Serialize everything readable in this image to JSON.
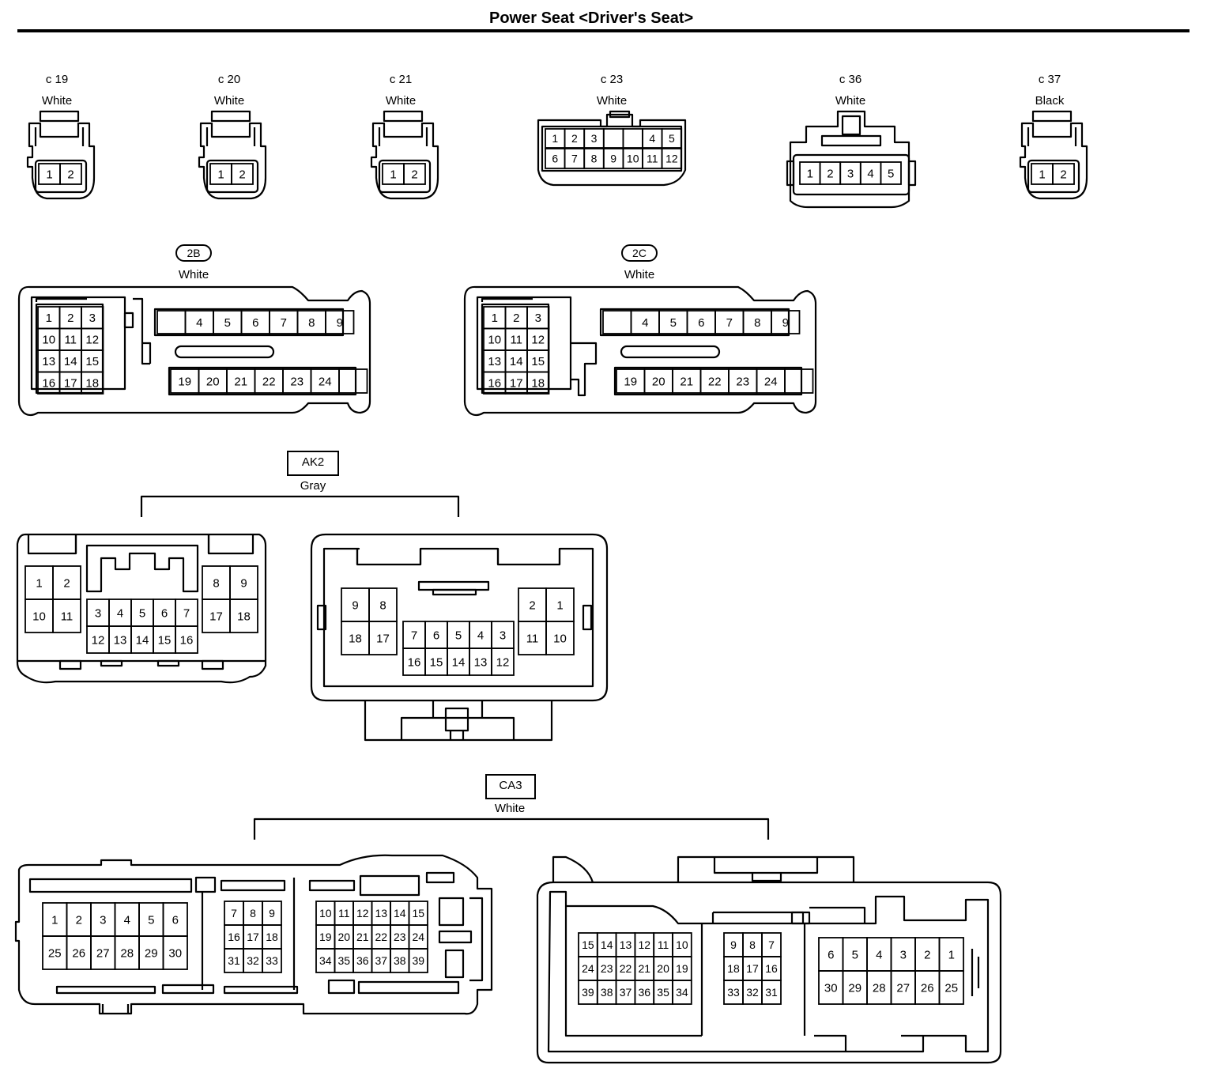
{
  "page_title": "Power Seat <Driver's Seat>",
  "connectors": {
    "c19": {
      "code": "c 19",
      "color": "White",
      "pins": [
        "1",
        "2"
      ]
    },
    "c20": {
      "code": "c 20",
      "color": "White",
      "pins": [
        "1",
        "2"
      ]
    },
    "c21": {
      "code": "c 21",
      "color": "White",
      "pins": [
        "1",
        "2"
      ]
    },
    "c23": {
      "code": "c 23",
      "color": "White",
      "row1": [
        "1",
        "2",
        "3",
        "",
        "",
        "4",
        "5"
      ],
      "row2": [
        "6",
        "7",
        "8",
        "9",
        "10",
        "11",
        "12"
      ]
    },
    "c36": {
      "code": "c 36",
      "color": "White",
      "pins": [
        "1",
        "2",
        "3",
        "4",
        "5"
      ]
    },
    "c37": {
      "code": "c 37",
      "color": "Black",
      "pins": [
        "1",
        "2"
      ]
    },
    "b2B": {
      "code": "2B",
      "color": "White",
      "left": [
        [
          "1",
          "2",
          "3"
        ],
        [
          "10",
          "11",
          "12"
        ],
        [
          "13",
          "14",
          "15"
        ],
        [
          "16",
          "17",
          "18"
        ]
      ],
      "top": [
        "",
        "4",
        "5",
        "6",
        "7",
        "8",
        "9"
      ],
      "bottom": [
        "19",
        "20",
        "21",
        "22",
        "23",
        "24",
        ""
      ]
    },
    "b2C": {
      "code": "2C",
      "color": "White",
      "left": [
        [
          "1",
          "2",
          "3"
        ],
        [
          "10",
          "11",
          "12"
        ],
        [
          "13",
          "14",
          "15"
        ],
        [
          "16",
          "17",
          "18"
        ]
      ],
      "top": [
        "",
        "4",
        "5",
        "6",
        "7",
        "8",
        "9"
      ],
      "bottom": [
        "19",
        "20",
        "21",
        "22",
        "23",
        "24",
        ""
      ]
    },
    "AK2": {
      "code": "AK2",
      "color": "Gray",
      "male_left": [
        [
          "1",
          "2"
        ],
        [
          "10",
          "11"
        ]
      ],
      "male_mid": [
        [
          "3",
          "4",
          "5",
          "6",
          "7"
        ],
        [
          "12",
          "13",
          "14",
          "15",
          "16"
        ]
      ],
      "male_right": [
        [
          "8",
          "9"
        ],
        [
          "17",
          "18"
        ]
      ],
      "female_left": [
        [
          "9",
          "8"
        ],
        [
          "18",
          "17"
        ]
      ],
      "female_mid": [
        [
          "7",
          "6",
          "5",
          "4",
          "3"
        ],
        [
          "16",
          "15",
          "14",
          "13",
          "12"
        ]
      ],
      "female_right": [
        [
          "2",
          "1"
        ],
        [
          "11",
          "10"
        ]
      ]
    },
    "CA3": {
      "code": "CA3",
      "color": "White",
      "male_a": [
        [
          "1",
          "2",
          "3",
          "4",
          "5",
          "6"
        ],
        [
          "25",
          "26",
          "27",
          "28",
          "29",
          "30"
        ]
      ],
      "male_b": [
        [
          "7",
          "8",
          "9"
        ],
        [
          "16",
          "17",
          "18"
        ],
        [
          "31",
          "32",
          "33"
        ]
      ],
      "male_c": [
        [
          "10",
          "11",
          "12",
          "13",
          "14",
          "15"
        ],
        [
          "19",
          "20",
          "21",
          "22",
          "23",
          "24"
        ],
        [
          "34",
          "35",
          "36",
          "37",
          "38",
          "39"
        ]
      ],
      "female_a": [
        [
          "15",
          "14",
          "13",
          "12",
          "11",
          "10"
        ],
        [
          "24",
          "23",
          "22",
          "21",
          "20",
          "19"
        ],
        [
          "39",
          "38",
          "37",
          "36",
          "35",
          "34"
        ]
      ],
      "female_b": [
        [
          "9",
          "8",
          "7"
        ],
        [
          "18",
          "17",
          "16"
        ],
        [
          "33",
          "32",
          "31"
        ]
      ],
      "female_c": [
        [
          "6",
          "5",
          "4",
          "3",
          "2",
          "1"
        ],
        [
          "30",
          "29",
          "28",
          "27",
          "26",
          "25"
        ]
      ]
    }
  }
}
